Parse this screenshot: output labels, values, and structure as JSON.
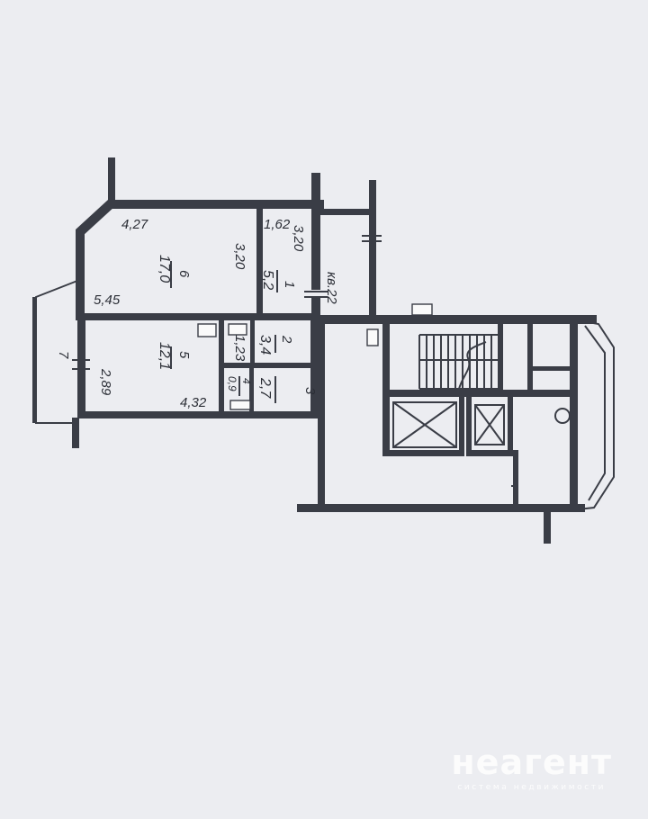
{
  "rooms": [
    {
      "number": "6",
      "area": "17,0",
      "dims": [
        "4,27",
        "3,20",
        "5,45"
      ]
    },
    {
      "number": "1",
      "area": "5,2",
      "dims": [
        "1,62",
        "3,20"
      ]
    },
    {
      "number": "5",
      "area": "12,1",
      "dims": [
        "2,89",
        "4,32"
      ]
    },
    {
      "number": "2",
      "area": "3,4",
      "dims": [
        "1,23"
      ]
    },
    {
      "number": "3",
      "area": "2,7",
      "dims": []
    },
    {
      "number": "4",
      "area": "0,9",
      "dims": []
    },
    {
      "number": "7",
      "area": "",
      "dims": []
    }
  ],
  "apartment_label": "кв.22",
  "watermark": {
    "name": "неагент",
    "tagline": "система недвижимости"
  },
  "colors": {
    "paper": "#ecedf1",
    "wall": "#3a3d46",
    "ink": "#2b2e36"
  }
}
